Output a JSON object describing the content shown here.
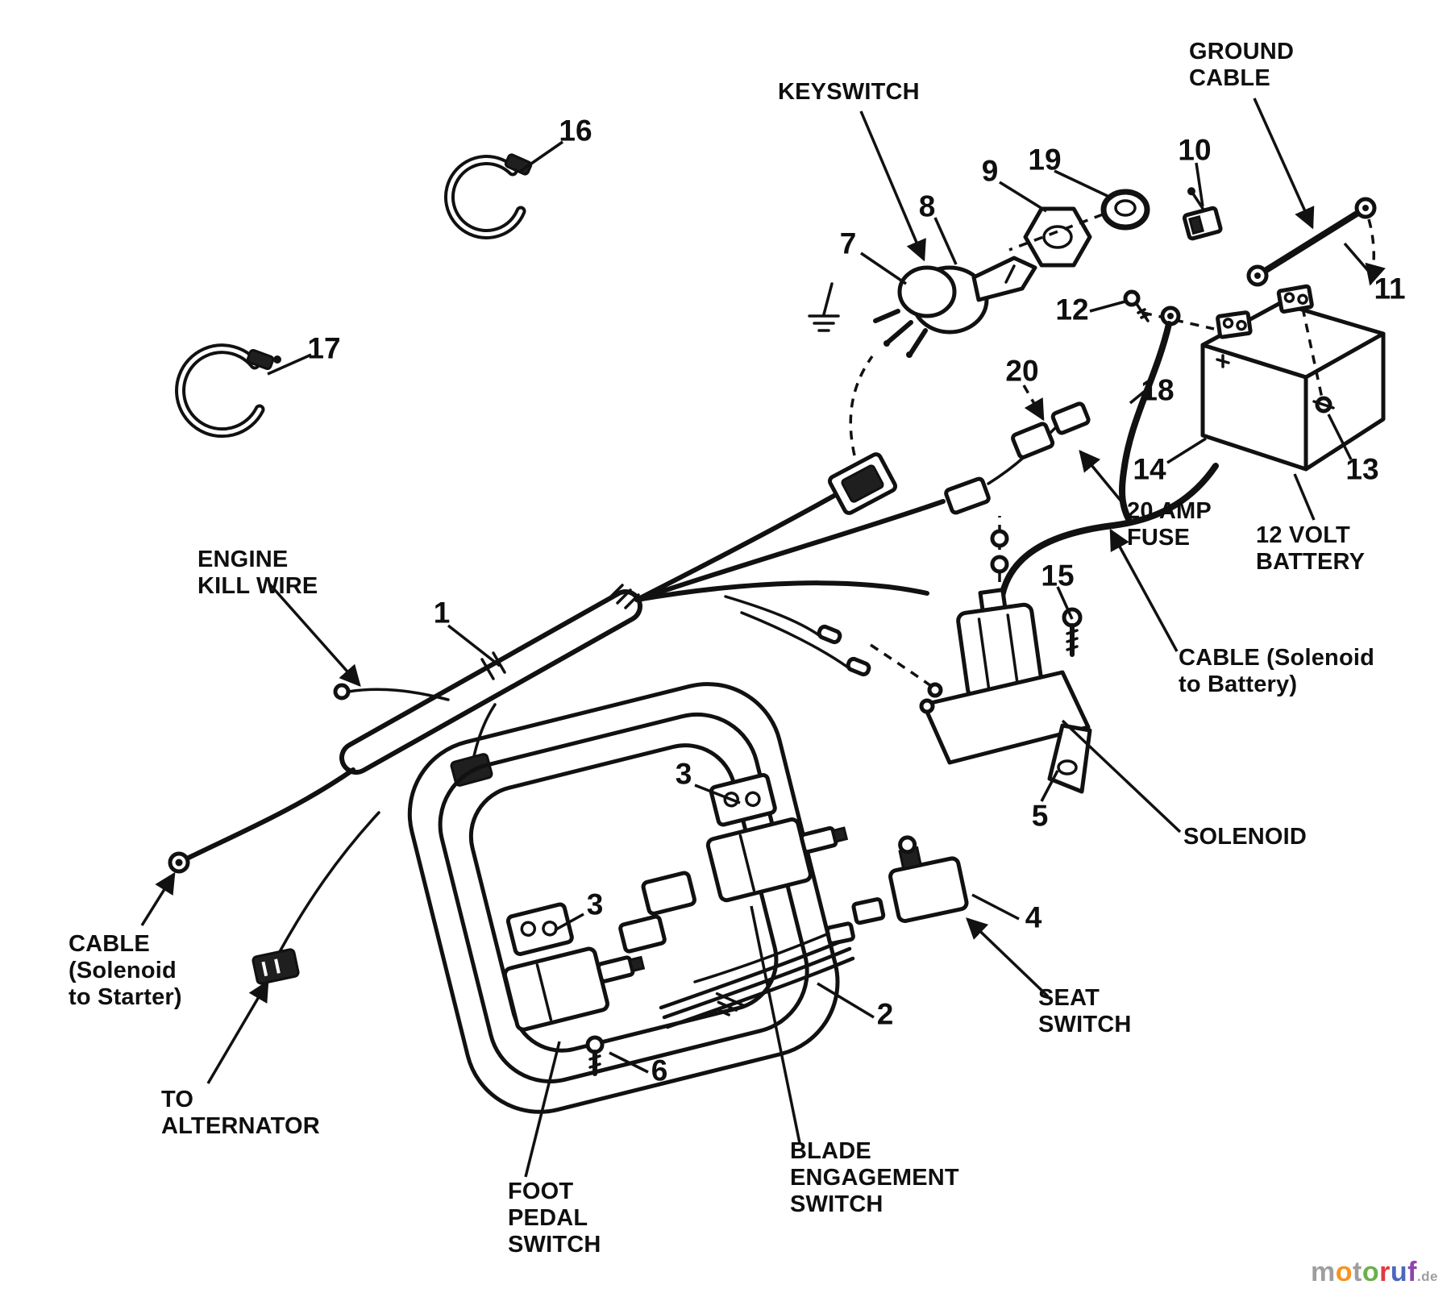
{
  "diagram": {
    "background": "#ffffff",
    "line_color": "#111111"
  },
  "labels": {
    "keyswitch": "KEYSWITCH",
    "ground_cable": "GROUND\nCABLE",
    "amp_fuse": "20 AMP\nFUSE",
    "volt_battery": "12 VOLT\nBATTERY",
    "engine_kill_wire": "ENGINE\nKILL WIRE",
    "cable_solenoid_battery": "CABLE (Solenoid\nto Battery)",
    "solenoid": "SOLENOID",
    "seat_switch": "SEAT\nSWITCH",
    "cable_solenoid_starter": "CABLE\n(Solenoid\nto Starter)",
    "to_alternator": "TO\nALTERNATOR",
    "foot_pedal_switch": "FOOT\nPEDAL\nSWITCH",
    "blade_engagement_switch": "BLADE\nENGAGEMENT\nSWITCH"
  },
  "part_numbers": {
    "n1": "1",
    "n2": "2",
    "n3": "3",
    "n4": "4",
    "n5": "5",
    "n6": "6",
    "n7": "7",
    "n8": "8",
    "n9": "9",
    "n10": "10",
    "n11": "11",
    "n12": "12",
    "n13": "13",
    "n14": "14",
    "n15": "15",
    "n16": "16",
    "n17": "17",
    "n18": "18",
    "n19": "19",
    "n20": "20"
  },
  "watermark": {
    "word": "motoruf",
    "suffix": ".de",
    "letter_colors": [
      "#9e9e9e",
      "#f7941d",
      "#9e9e9e",
      "#6ab04c",
      "#e03a3e",
      "#4a69bd",
      "#8e44ad"
    ],
    "suffix_color": "#9e9e9e"
  }
}
